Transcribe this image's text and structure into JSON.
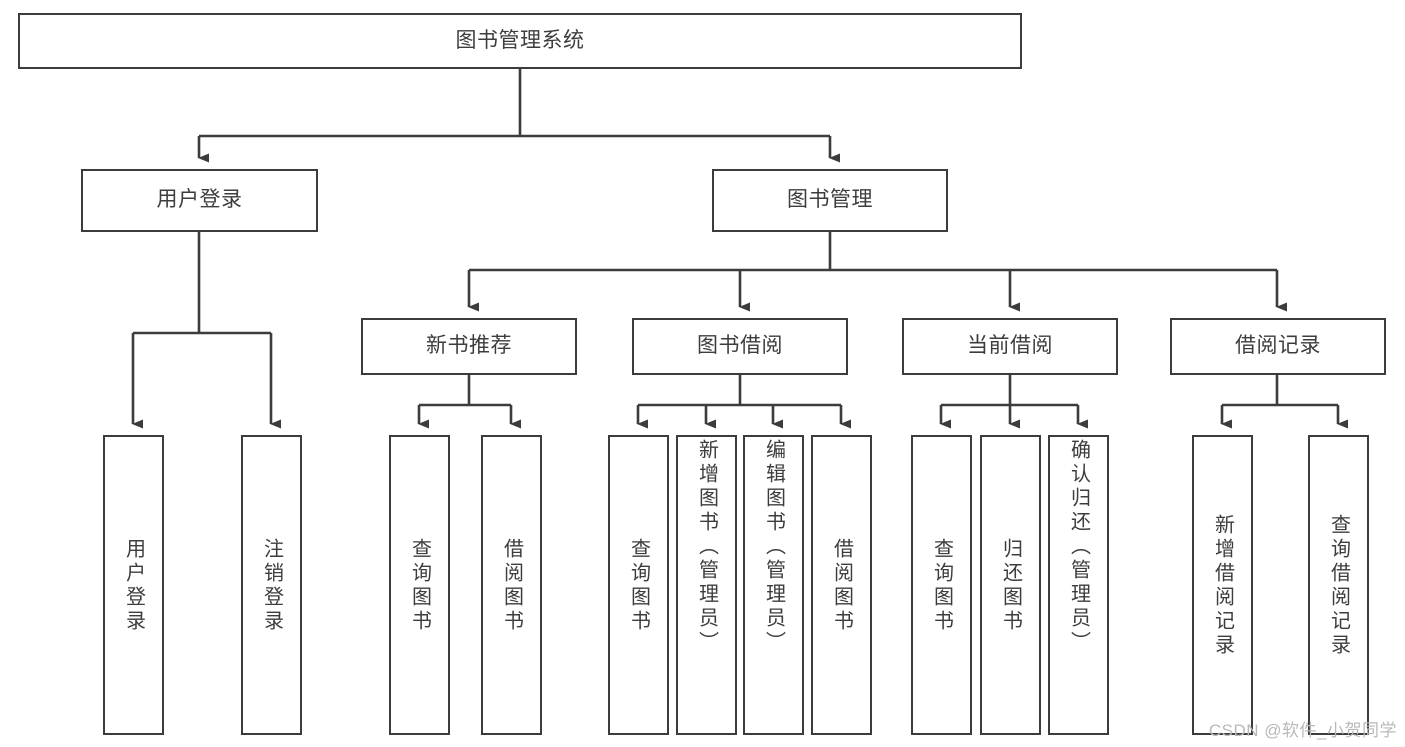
{
  "diagram": {
    "title": "图书管理系统",
    "type": "tree-hierarchy",
    "watermark": "CSDN @软件_小贺同学",
    "colors": {
      "box_border": "#3c3c3c",
      "box_fill": "#ffffff",
      "connector": "#3c3c3c",
      "text": "#3d3d3d",
      "watermark": "#b9b9b9"
    },
    "root": {
      "label": "图书管理系统"
    },
    "level2": [
      {
        "label": "用户登录"
      },
      {
        "label": "图书管理"
      }
    ],
    "level3": [
      {
        "label": "新书推荐"
      },
      {
        "label": "图书借阅"
      },
      {
        "label": "当前借阅"
      },
      {
        "label": "借阅记录"
      }
    ],
    "leaves": {
      "user_login": [
        {
          "label": "用户登录"
        },
        {
          "label": "注销登录"
        }
      ],
      "new_book_recommend": [
        {
          "label": "查询图书"
        },
        {
          "label": "借阅图书"
        }
      ],
      "book_borrow": [
        {
          "label": "查询图书"
        },
        {
          "label": "新增图书（管理员）"
        },
        {
          "label": "编辑图书（管理员）"
        },
        {
          "label": "借阅图书"
        }
      ],
      "current_borrow": [
        {
          "label": "查询图书"
        },
        {
          "label": "归还图书"
        },
        {
          "label": "确认归还（管理员）"
        }
      ],
      "borrow_record": [
        {
          "label": "新增借阅记录"
        },
        {
          "label": "查询借阅记录"
        }
      ]
    }
  }
}
